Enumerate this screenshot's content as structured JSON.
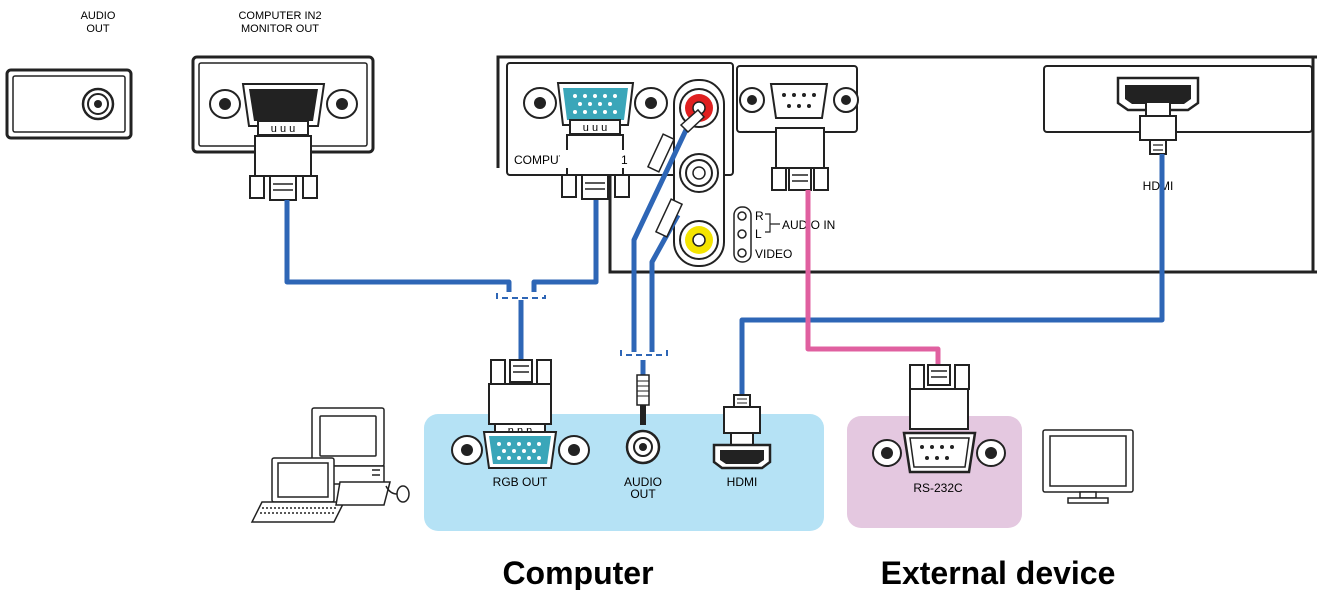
{
  "labels": {
    "audio_out_top_line1": "AUDIO",
    "audio_out_top_line2": "OUT",
    "computer_in2_line1": "COMPUTER IN2",
    "computer_in2_line2": "MONITOR OUT",
    "computer_in1": "COMPUTER IN1",
    "hdmi_top": "HDMI",
    "audio_in_r": "R",
    "audio_in_l": "L",
    "audio_in": "AUDIO IN",
    "video": "VIDEO",
    "rgb_out": "RGB OUT",
    "audio_out_line1": "AUDIO",
    "audio_out_line2": "OUT",
    "hdmi_bottom": "HDMI",
    "rs232c": "RS-232C",
    "computer": "Computer",
    "external_device": "External device"
  },
  "colors": {
    "cable_blue": "#2e66b6",
    "cable_pink": "#e060a0",
    "computer_panel": "#b5e2f5",
    "external_panel": "#e4c8e0",
    "vga_teal": "#3aa6b9",
    "rca_red": "#e02020",
    "rca_yellow": "#f4e400"
  },
  "icons": [
    "audio-jack-icon",
    "vga-port-icon",
    "rca-red-icon",
    "rca-white-icon",
    "rca-yellow-icon",
    "serial-port-icon",
    "hdmi-port-icon",
    "desktop-computer-icon",
    "laptop-icon",
    "monitor-icon"
  ]
}
